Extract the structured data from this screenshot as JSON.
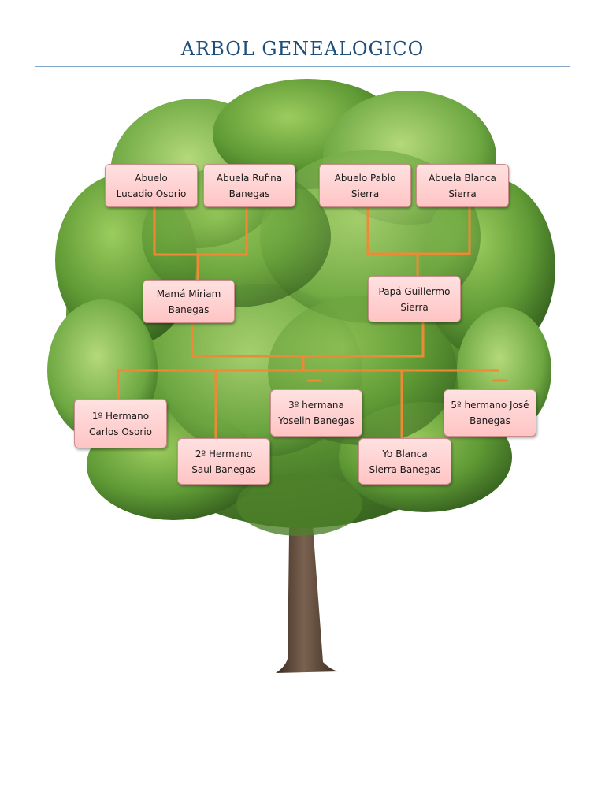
{
  "title": "ARBOL GENEALOGICO",
  "colors": {
    "title": "#1f4e79",
    "connector": "#ee8a35",
    "box_fill": "#ffcfcf",
    "foliage_dark": "#2f5e1d",
    "foliage_light": "#7fb64b",
    "trunk": "#5c4033"
  },
  "nodes": {
    "abuelo_lucadio": "Abuelo Lucadio Osorio",
    "abuela_rufina": "Abuela Rufina Banegas",
    "abuelo_pablo": "Abuelo Pablo Sierra",
    "abuela_blanca": "Abuela Blanca Sierra",
    "mama": "Mamá Miriam Banegas",
    "papa": "Papá Guillermo Sierra",
    "hermano1": "1º Hermano Carlos Osorio",
    "hermano2": "2º Hermano Saul Banegas",
    "hermana3": "3º hermana Yoselin Banegas",
    "yo": "Yo Blanca Sierra Banegas",
    "hermano5": "5º hermano José Banegas"
  }
}
